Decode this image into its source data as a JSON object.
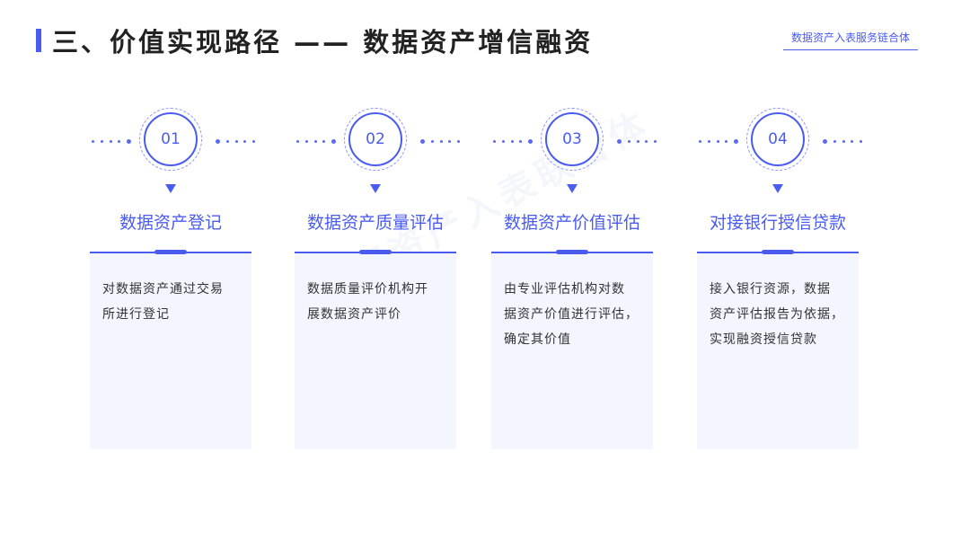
{
  "header": {
    "title": "三、价值实现路径 —— 数据资产增信融资",
    "brand": "数据资产入表服务链合体"
  },
  "watermark": "数据资产入表联合体",
  "steps": [
    {
      "number": "01",
      "title": "数据资产登记",
      "lines": [
        "对数据资产通过交易",
        "所进行登记"
      ]
    },
    {
      "number": "02",
      "title": "数据资产质量评估",
      "lines": [
        "数据质量评价机构开",
        "展数据资产评价"
      ]
    },
    {
      "number": "03",
      "title": "数据资产价值评估",
      "lines": [
        "由专业评估机构对数",
        "据资产价值进行评估，",
        "确定其价值"
      ]
    },
    {
      "number": "04",
      "title": "对接银行授信贷款",
      "lines": [
        "接入银行资源，数据",
        "资产评估报告为依据，",
        "实现融资授信贷款"
      ]
    }
  ],
  "colors": {
    "accent": "#4a5cf0",
    "card_bg": "#f3f6ff",
    "text": "#333333"
  }
}
